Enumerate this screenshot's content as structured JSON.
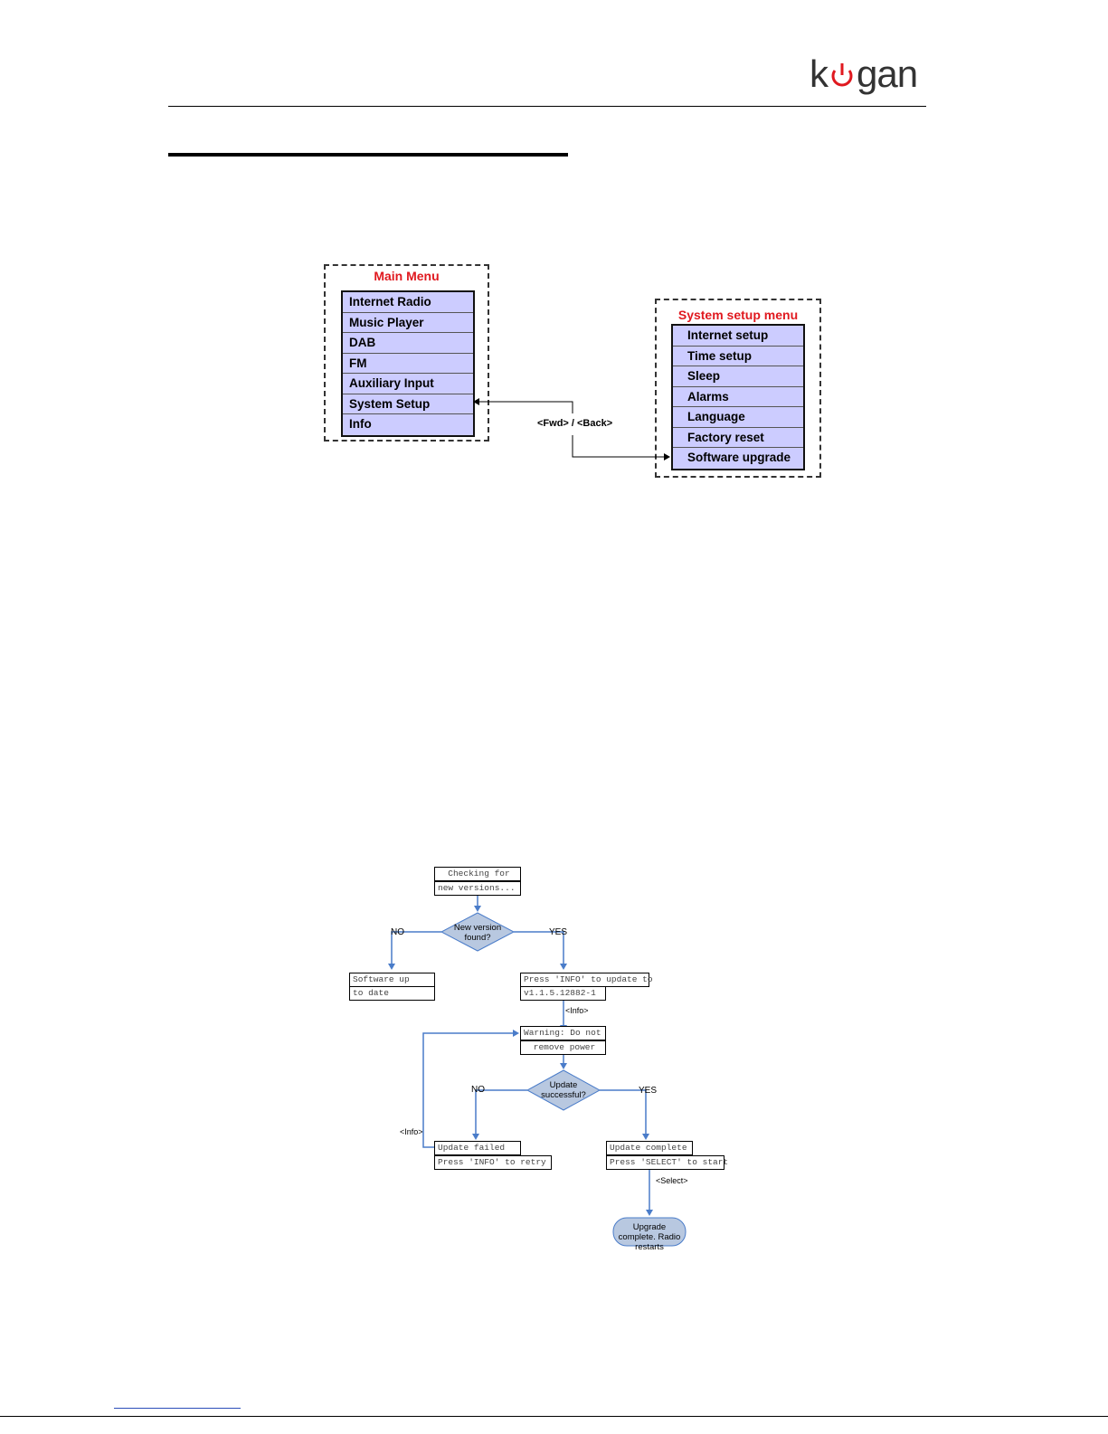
{
  "header": {
    "logo_text_left": "k",
    "logo_text_right": "gan"
  },
  "main_menu": {
    "title": "Main Menu",
    "items": [
      "Internet Radio",
      "Music Player",
      "DAB",
      "FM",
      "Auxiliary Input",
      "System Setup",
      "Info"
    ]
  },
  "navigation": {
    "label": "<Fwd> / <Back>"
  },
  "system_menu": {
    "title": "System setup menu",
    "items": [
      "Internet setup",
      "Time setup",
      "Sleep",
      "Alarms",
      "Language",
      "Factory reset",
      "Software upgrade"
    ]
  },
  "flowchart": {
    "checking": [
      "Checking for",
      "new versions..."
    ],
    "decision1": "New version found?",
    "no1": "NO",
    "yes1": "YES",
    "up_to_date": [
      "Software up",
      "to date"
    ],
    "press_info": [
      "Press 'INFO' to update to",
      "v1.1.5.12882-1"
    ],
    "info1": "<Info>",
    "warning": [
      "Warning: Do not",
      "remove power"
    ],
    "decision2": "Update successful?",
    "no2": "NO",
    "yes2": "YES",
    "info2": "<Info>",
    "failed": [
      "Update failed",
      "Press 'INFO' to retry"
    ],
    "complete": [
      "Update complete",
      "Press 'SELECT' to start"
    ],
    "select": "<Select>",
    "terminal": "Upgrade complete. Radio restarts"
  },
  "colors": {
    "menu_fill": "#ccccff",
    "menu_title": "#e0191f",
    "flow_line": "#4a7cc9",
    "decision_fill": "#b8c8e0"
  }
}
